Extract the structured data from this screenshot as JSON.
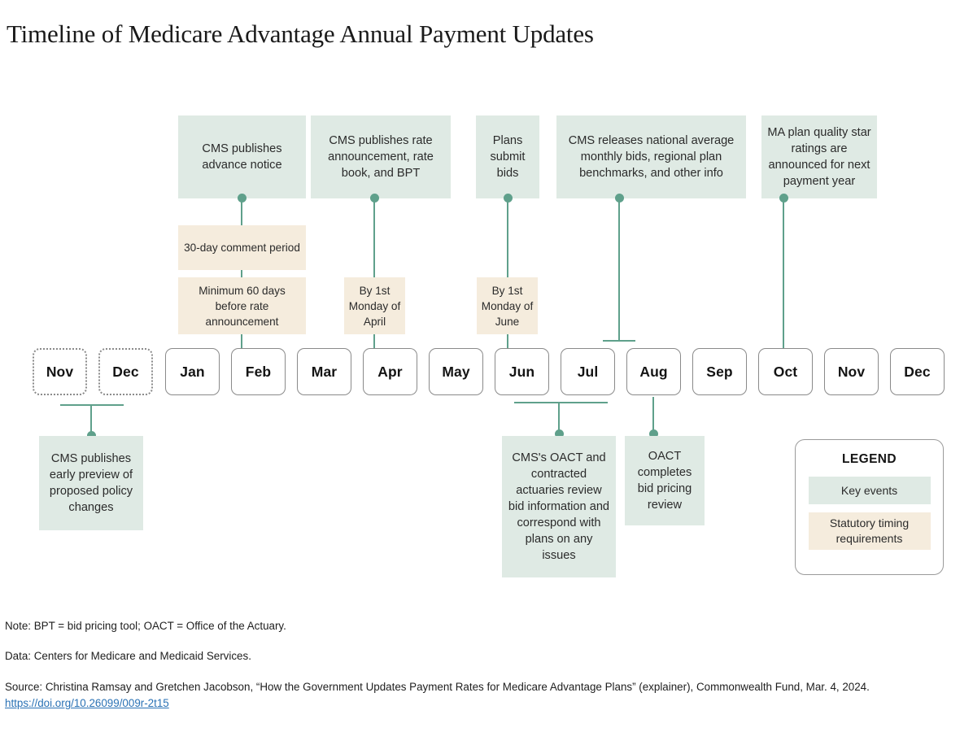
{
  "title": "Timeline of Medicare Advantage Annual Payment Updates",
  "colors": {
    "key_event_fill": "#dfeae4",
    "statutory_fill": "#f5ecdd",
    "connector": "#5fa08b",
    "month_border": "#8a8a8a",
    "link": "#2a72b5"
  },
  "months": [
    {
      "label": "Nov",
      "style": "dotted"
    },
    {
      "label": "Dec",
      "style": "dotted"
    },
    {
      "label": "Jan",
      "style": "solid"
    },
    {
      "label": "Feb",
      "style": "solid"
    },
    {
      "label": "Mar",
      "style": "solid"
    },
    {
      "label": "Apr",
      "style": "solid"
    },
    {
      "label": "May",
      "style": "solid"
    },
    {
      "label": "Jun",
      "style": "solid"
    },
    {
      "label": "Jul",
      "style": "solid"
    },
    {
      "label": "Aug",
      "style": "solid"
    },
    {
      "label": "Sep",
      "style": "solid"
    },
    {
      "label": "Oct",
      "style": "solid"
    },
    {
      "label": "Nov",
      "style": "solid"
    },
    {
      "label": "Dec",
      "style": "solid"
    }
  ],
  "events_above": [
    {
      "id": "advance-notice",
      "text": "CMS publishes advance notice",
      "anchor_month": "Feb"
    },
    {
      "id": "rate-announcement",
      "text": "CMS publishes rate announcement, rate book, and BPT",
      "anchor_month": "Apr"
    },
    {
      "id": "plans-submit-bids",
      "text": "Plans submit bids",
      "anchor_month": "Jun"
    },
    {
      "id": "national-average-bids",
      "text": "CMS releases national average monthly bids, regional plan benchmarks, and other info",
      "anchor_month": "Jul-Aug"
    },
    {
      "id": "star-ratings",
      "text": "MA plan quality star ratings are announced for next payment year",
      "anchor_month": "Oct"
    }
  ],
  "statutory": [
    {
      "id": "comment-period",
      "text": "30-day comment period"
    },
    {
      "id": "minimum-60-days",
      "text": "Minimum 60 days before rate announcement"
    },
    {
      "id": "by-1st-monday-april",
      "text": "By 1st Monday of April"
    },
    {
      "id": "by-1st-monday-june",
      "text": "By 1st Monday of June"
    }
  ],
  "events_below": [
    {
      "id": "early-preview",
      "text": "CMS publishes early preview of proposed policy changes",
      "anchor_month": "Nov-Dec"
    },
    {
      "id": "oact-review",
      "text": "CMS's OACT and contracted actuaries review bid information and correspond with plans on any issues",
      "anchor_month": "Jun-Jul"
    },
    {
      "id": "oact-completes",
      "text": "OACT completes bid pricing review",
      "anchor_month": "Aug"
    }
  ],
  "legend": {
    "title": "LEGEND",
    "key_events": "Key events",
    "statutory": "Statutory timing requirements"
  },
  "footnotes": {
    "note": "Note: BPT = bid pricing tool; OACT = Office of the Actuary.",
    "data": "Data: Centers for Medicare and Medicaid Services.",
    "source": "Source: Christina Ramsay and Gretchen Jacobson, “How the Government Updates Payment Rates for Medicare Advantage Plans” (explainer), Commonwealth Fund, Mar. 4, 2024.",
    "doi": "https://doi.org/10.26099/009r-2t15"
  }
}
